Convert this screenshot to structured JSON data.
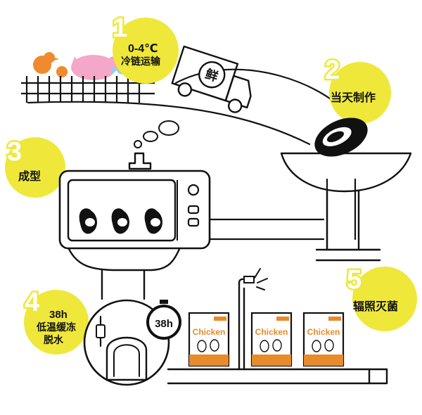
{
  "steps": [
    {
      "number": "1",
      "label": "0-4℃",
      "label2": "冷链运输"
    },
    {
      "number": "2",
      "label": "当天制作"
    },
    {
      "number": "3",
      "label": "成型"
    },
    {
      "number": "4",
      "label": "38h",
      "label2": "低温缓冻",
      "label3": "脱水"
    },
    {
      "number": "5",
      "label": "辐照灭菌"
    }
  ],
  "truck": {
    "emblem": "鲜"
  },
  "clock": {
    "text": "38h"
  },
  "product": {
    "brand": "Chicken"
  },
  "colors": {
    "accent_yellow": "#efe83a",
    "number_outline": "#efe83a",
    "chick": "#f08a2e",
    "pig": "#f4a7c8",
    "fish": "#8ad3ef",
    "package_orange": "#e98a2b",
    "ink": "#111111"
  }
}
